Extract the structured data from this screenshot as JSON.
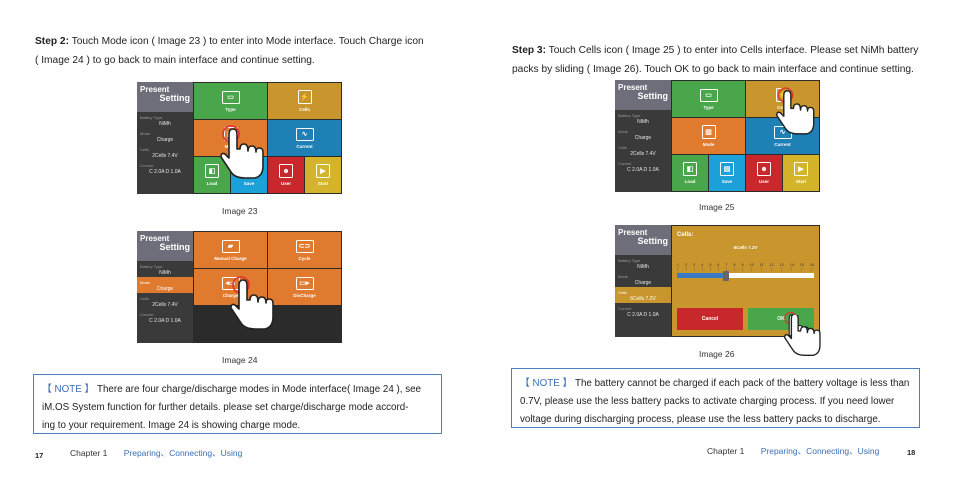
{
  "left": {
    "step_label": "Step 2:",
    "step_line1": " Touch Mode icon ( Image 23 ) to enter into Mode interface. Touch Charge icon",
    "step_line2": "( Image 24 ) to go back to main interface and continue setting.",
    "caption1": "Image 23",
    "caption2": "Image 24",
    "note_tag": "【 NOTE 】",
    "note_line1": " There are four charge/discharge modes in Mode interface( Image 24 ), see",
    "note_line2": "iM.OS System function for further details. please set charge/discharge mode accord-",
    "note_line3": "ing to your requirement. Image 24 is showing  charge mode.",
    "page_number": "17",
    "chapter": "Chapter 1",
    "chapter_title": "Preparing、Connecting、Using"
  },
  "right": {
    "step_label": "Step 3:",
    "step_line1": " Touch Cells icon ( Image 25 ) to enter into Cells interface. Please set NiMh battery",
    "step_line2": "packs by sliding ( Image 26). Touch OK to go back to main interface and continue setting.",
    "caption1": "Image 25",
    "caption2": "Image 26",
    "note_tag": "【 NOTE 】",
    "note_line1": " The battery cannot be charged if each pack of the battery voltage is less than",
    "note_line2": "0.7V, please use the less battery packs to activate charging process. If you need lower",
    "note_line3": "voltage during discharging process, please use the less battery packs to discharge.",
    "page_number": "18",
    "chapter": "Chapter 1",
    "chapter_title": "Preparing、Connecting、Using"
  },
  "device": {
    "present": "Present",
    "setting": "Setting",
    "battery_type_label": "Battery Type",
    "battery_type": "NiMh",
    "mode_label": "Mode",
    "mode": "Charge",
    "cells_label": "Cells",
    "cells": "2Cells  7.4V",
    "cells_alt": "6Cells  7.2V",
    "current_label": "Current",
    "current": "C 2.0A  D 1.0A",
    "tiles": {
      "type": "Type",
      "cells": "Cells",
      "mode": "Mode",
      "current": "Current",
      "load": "Load",
      "save": "Save",
      "user": "User",
      "start": "Start",
      "manual_charge": "Manual  Charge",
      "cycle": "Cycle",
      "charge": "Charge",
      "discharge": "DisCharge"
    },
    "cells_screen": {
      "title": "Cells:",
      "value": "6Cells  7.2V",
      "ticks": [
        "1",
        "2",
        "3",
        "4",
        "5",
        "6",
        "7",
        "8",
        "9",
        "10",
        "11",
        "12",
        "13",
        "14",
        "15",
        "16"
      ],
      "slider_fraction": 0.36,
      "cancel": "Cancel",
      "ok": "OK"
    }
  },
  "colors": {
    "green": "#4aa64a",
    "gold": "#c8962c",
    "orange": "#e07a2e",
    "blue": "#1e80b4",
    "cyan": "#1ca0d8",
    "red": "#c8282c",
    "yellow": "#d4b42a",
    "note_border": "#4a7fc1"
  }
}
